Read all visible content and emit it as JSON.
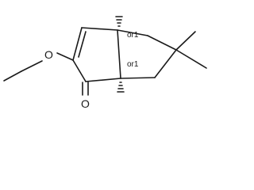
{
  "molecule": {
    "atom_labels": {
      "ether_oxygen": "O",
      "ketone_oxygen": "O"
    },
    "stereo_labels": {
      "upper_bridgehead": "or1",
      "lower_bridgehead": "or1"
    },
    "colors": {
      "bond": "#1a1a1a",
      "background": "#ffffff"
    }
  }
}
